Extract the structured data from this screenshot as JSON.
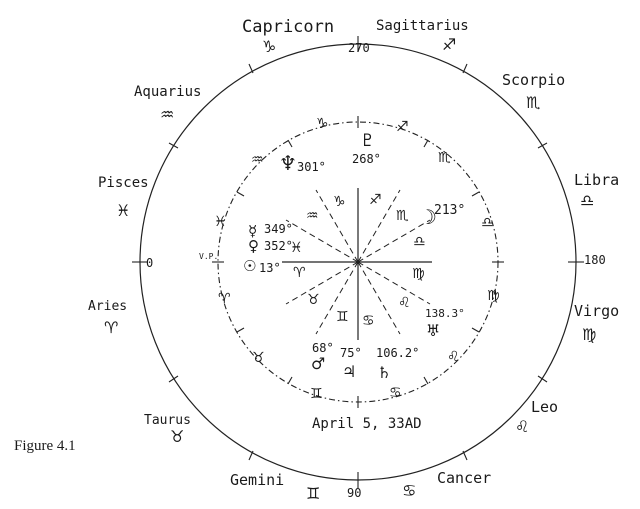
{
  "caption": "Figure 4.1",
  "chart_title": "April 5, 33AD",
  "degree_marks": {
    "top": "270",
    "right": "180",
    "bottom": "90",
    "left": "0"
  },
  "vp_label": "V.P.",
  "outer_signs": [
    {
      "name": "Capricorn",
      "symbol": "♑"
    },
    {
      "name": "Sagittarius",
      "symbol": "♐"
    },
    {
      "name": "Scorpio",
      "symbol": "♏"
    },
    {
      "name": "Libra",
      "symbol": "♎"
    },
    {
      "name": "Virgo",
      "symbol": "♍"
    },
    {
      "name": "Leo",
      "symbol": "♌"
    },
    {
      "name": "Cancer",
      "symbol": "♋"
    },
    {
      "name": "Gemini",
      "symbol": "♊"
    },
    {
      "name": "Taurus",
      "symbol": "♉"
    },
    {
      "name": "Aries",
      "symbol": "♈"
    },
    {
      "name": "Pisces",
      "symbol": "♓"
    },
    {
      "name": "Aquarius",
      "symbol": "♒"
    }
  ],
  "planets": [
    {
      "symbol": "♇",
      "degree": "268°"
    },
    {
      "symbol": "♆",
      "degree": "301°"
    },
    {
      "symbol": "☿",
      "degree": "349°"
    },
    {
      "symbol": "♀",
      "degree": "352°"
    },
    {
      "symbol": "☉",
      "degree": "13°"
    },
    {
      "symbol": "☽",
      "degree": "213°"
    },
    {
      "symbol": "♅",
      "degree": "138.3°"
    },
    {
      "symbol": "♂",
      "degree": "68°"
    },
    {
      "symbol": "♃",
      "degree": "75°"
    },
    {
      "symbol": "♄",
      "degree": "106.2°"
    }
  ]
}
